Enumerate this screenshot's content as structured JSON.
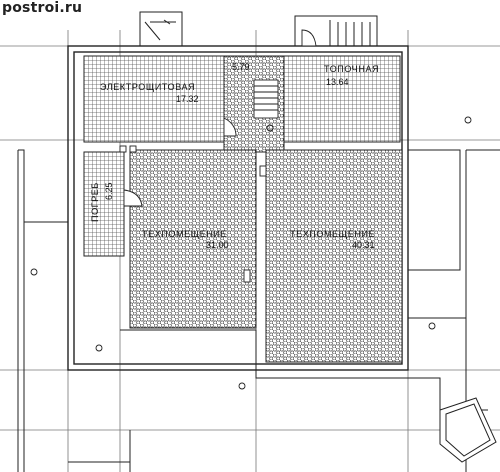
{
  "site": {
    "watermark": "postroi.ru"
  },
  "rooms": [
    {
      "key": "electrical",
      "name": "ЭЛЕКТРОЩИТОВАЯ",
      "area": "17.32"
    },
    {
      "key": "corridor",
      "name": "",
      "area": "5.79"
    },
    {
      "key": "boiler",
      "name": "ТОПОЧНАЯ",
      "area": "13.64"
    },
    {
      "key": "cellar",
      "name": "ПОГРЕБ",
      "area": "6.25"
    },
    {
      "key": "tech-left",
      "name": "ТЕХПОМЕЩЕНИЕ",
      "area": "31.00"
    },
    {
      "key": "tech-right",
      "name": "ТЕХПОМЕЩЕНИЕ",
      "area": "40.31"
    }
  ],
  "colors": {
    "line": "#222222",
    "tile_grid": "#555555",
    "tile_hex": "#444444",
    "background": "#ffffff"
  }
}
